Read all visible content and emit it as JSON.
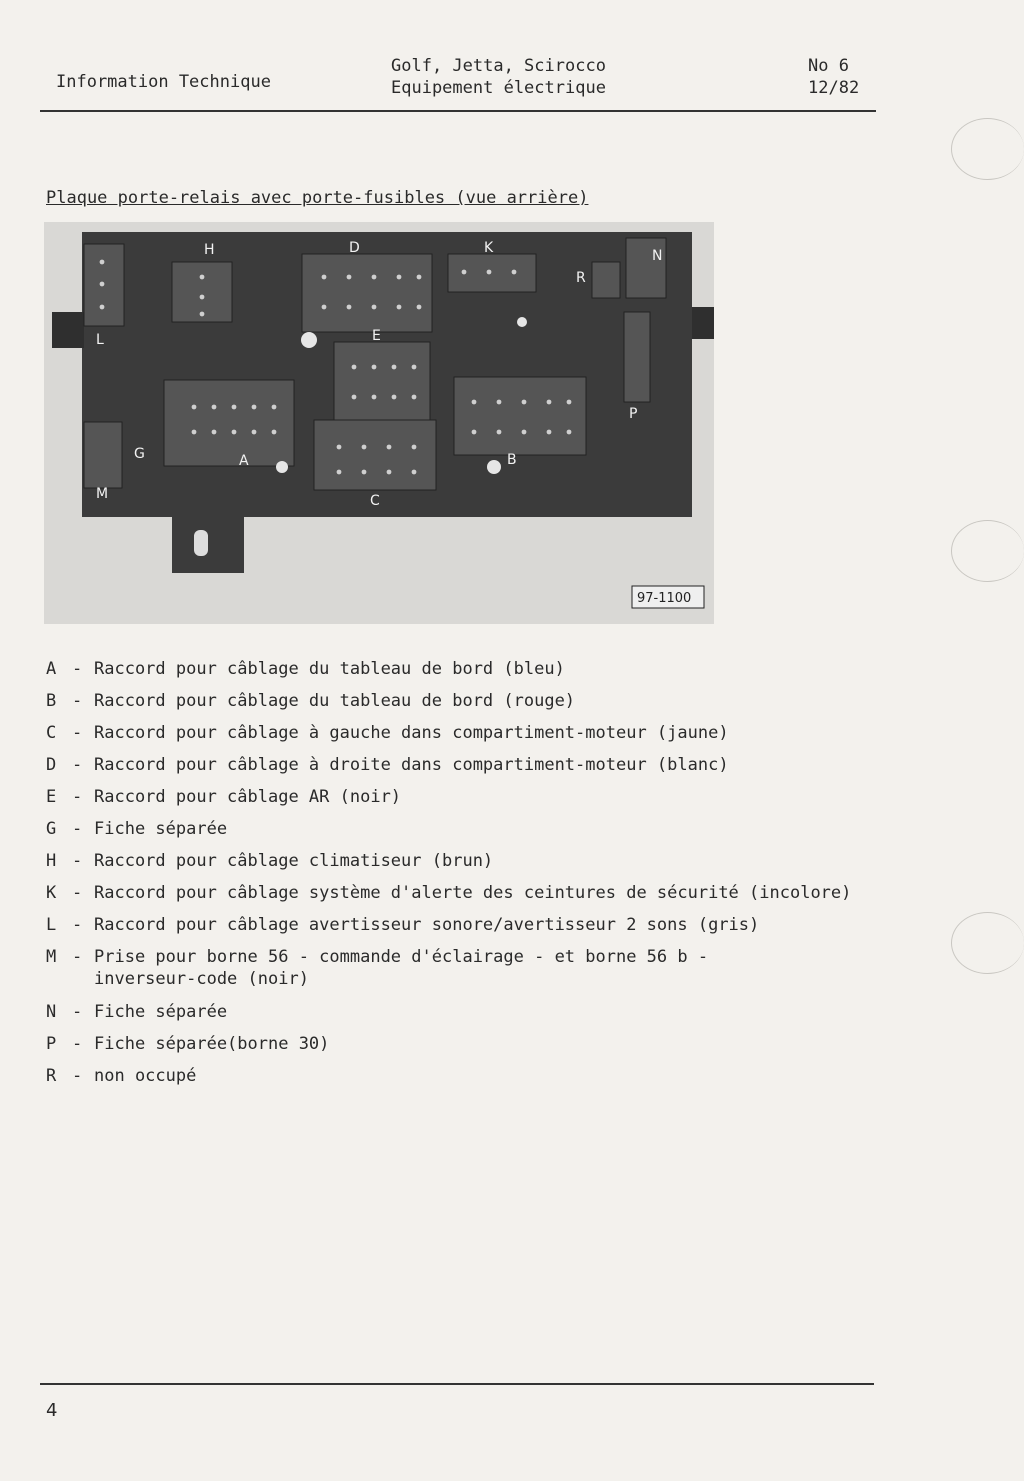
{
  "header": {
    "left": "Information Technique",
    "center_line1": "Golf, Jetta, Scirocco",
    "center_line2": "Equipement électrique",
    "right_line1": "No 6",
    "right_line2": "12/82"
  },
  "section_title": "Plaque porte-relais avec porte-fusibles (vue arrière)",
  "figure": {
    "reference": "97-1100",
    "callouts": [
      "H",
      "D",
      "K",
      "N",
      "R",
      "L",
      "E",
      "P",
      "G",
      "A",
      "B",
      "M",
      "C"
    ]
  },
  "legend": [
    {
      "key": "A",
      "text": "Raccord pour câblage du tableau de bord (bleu)"
    },
    {
      "key": "B",
      "text": "Raccord pour câblage du tableau de bord (rouge)"
    },
    {
      "key": "C",
      "text": "Raccord pour câblage à gauche dans compartiment-moteur (jaune)"
    },
    {
      "key": "D",
      "text": "Raccord pour câblage à droite dans compartiment-moteur (blanc)"
    },
    {
      "key": "E",
      "text": "Raccord pour câblage AR (noir)"
    },
    {
      "key": "G",
      "text": "Fiche séparée"
    },
    {
      "key": "H",
      "text": "Raccord pour câblage climatiseur (brun)"
    },
    {
      "key": "K",
      "text": "Raccord pour câblage système d'alerte des ceintures de sécurité (incolore)"
    },
    {
      "key": "L",
      "text": "Raccord pour câblage avertisseur sonore/avertisseur 2 sons (gris)"
    },
    {
      "key": "M",
      "text": "Prise pour borne 56 - commande d'éclairage - et borne 56 b -\ninverseur-code (noir)"
    },
    {
      "key": "N",
      "text": "Fiche séparée"
    },
    {
      "key": "P",
      "text": "Fiche séparée(borne 30)"
    },
    {
      "key": "R",
      "text": "non occupé"
    }
  ],
  "footer": {
    "page_number": "4"
  }
}
